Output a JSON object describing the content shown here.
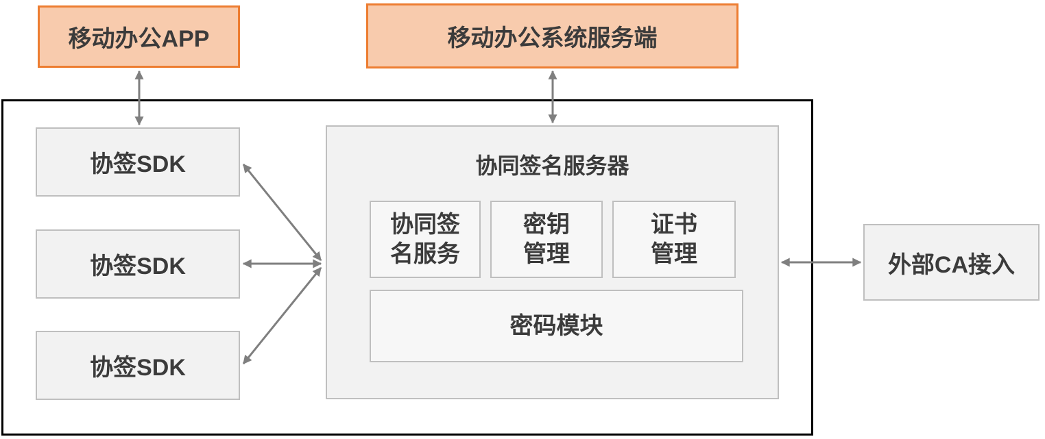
{
  "nodes": {
    "mobile_app": {
      "label": "移动办公APP"
    },
    "mobile_system_server": {
      "label": "移动办公系统服务端"
    },
    "external_ca": {
      "label": "外部CA接入"
    }
  },
  "sdk_nodes": [
    {
      "label": "协签SDK"
    },
    {
      "label": "协签SDK"
    },
    {
      "label": "协签SDK"
    }
  ],
  "signing_server": {
    "title": "协同签名服务器",
    "modules": [
      {
        "label": "协同签\n名服务"
      },
      {
        "label": "密钥\n管理"
      },
      {
        "label": "证书\n管理"
      }
    ],
    "crypto_module": {
      "label": "密码模块"
    }
  },
  "colors": {
    "orange_fill": "#F8CBAD",
    "orange_border": "#ED7D31",
    "gray_fill": "#F2F2F2",
    "inner_fill": "#F7F7F7",
    "gray_border": "#BFBFBF",
    "boundary_border": "#000000",
    "arrow_color": "#7F7F7F",
    "text_color": "#3B3B3B"
  }
}
